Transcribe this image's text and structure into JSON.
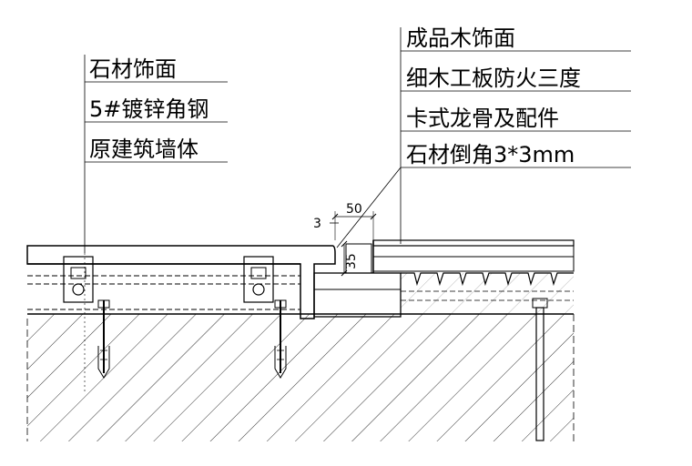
{
  "labels_left": [
    "石材饰面",
    "5#镀锌角钢",
    "原建筑墙体"
  ],
  "labels_right": [
    "成品木饰面",
    "细木工板防火三度",
    "卡式龙骨及配件",
    "石材倒角3*3mm"
  ],
  "dimensions": {
    "gap": "3",
    "width": "50",
    "height": "35"
  },
  "colors": {
    "line": "#000000",
    "background": "#ffffff"
  }
}
